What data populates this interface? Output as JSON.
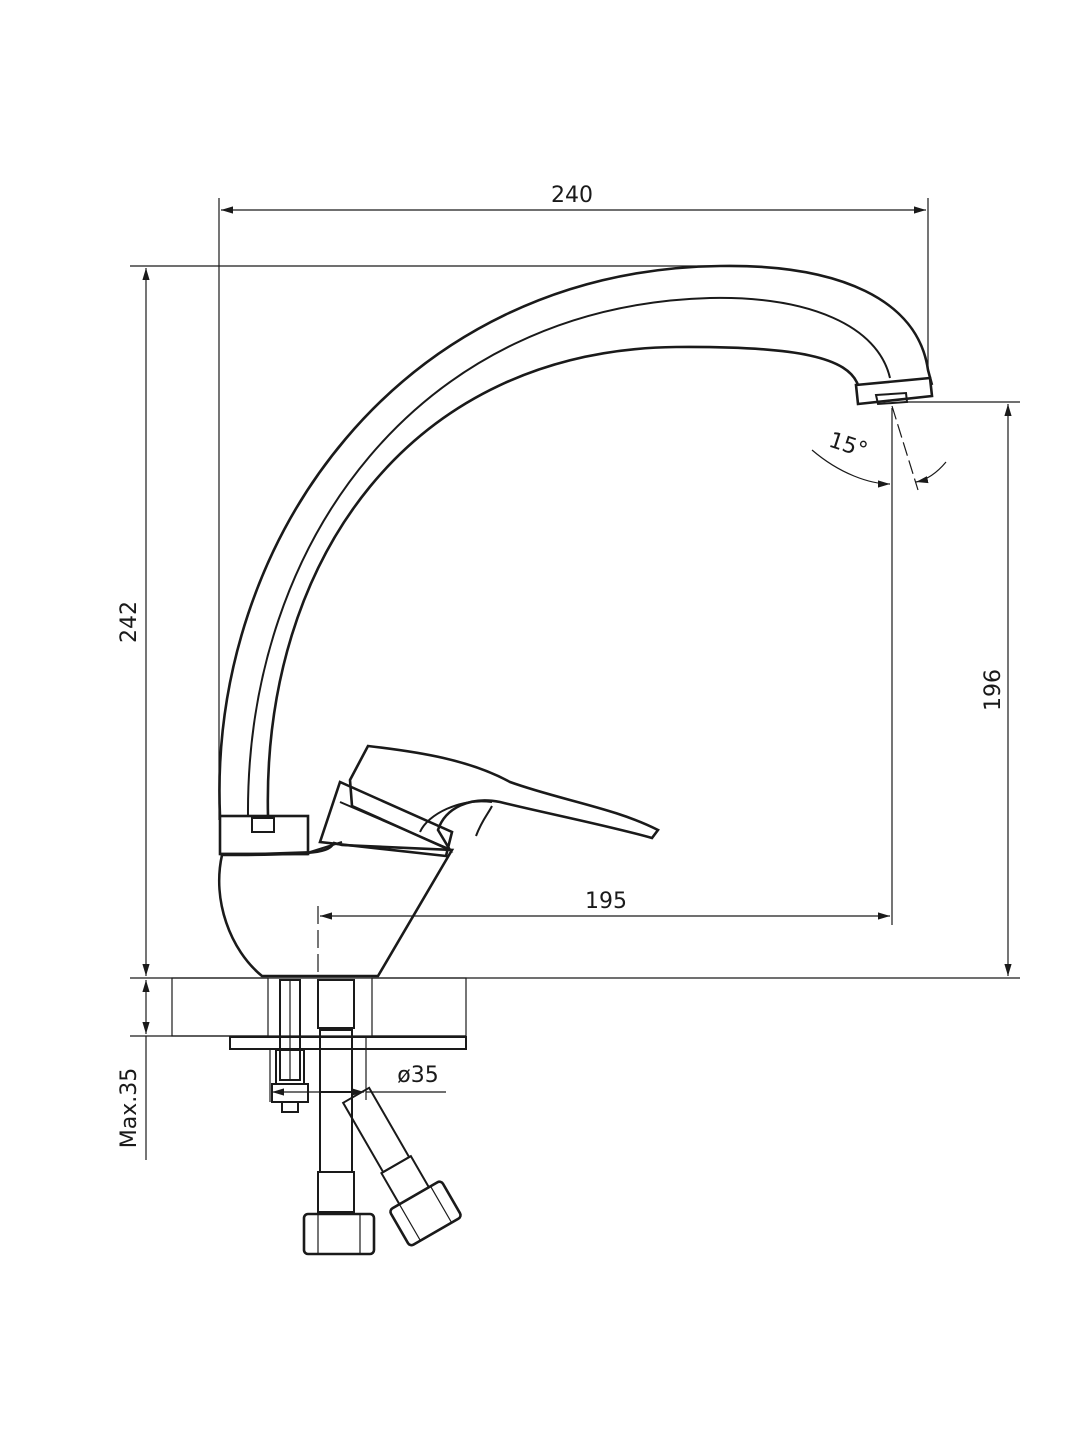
{
  "drawing": {
    "subject": "",
    "dimensions": {
      "spout_reach": "240",
      "total_height": "242",
      "outlet_height": "196",
      "outlet_offset": "195",
      "mount_hole_diameter": "ø35",
      "max_countertop": "Max.35",
      "aerator_angle": "15°"
    },
    "colors": {
      "line": "#1a1a1a",
      "background": "#ffffff"
    }
  }
}
